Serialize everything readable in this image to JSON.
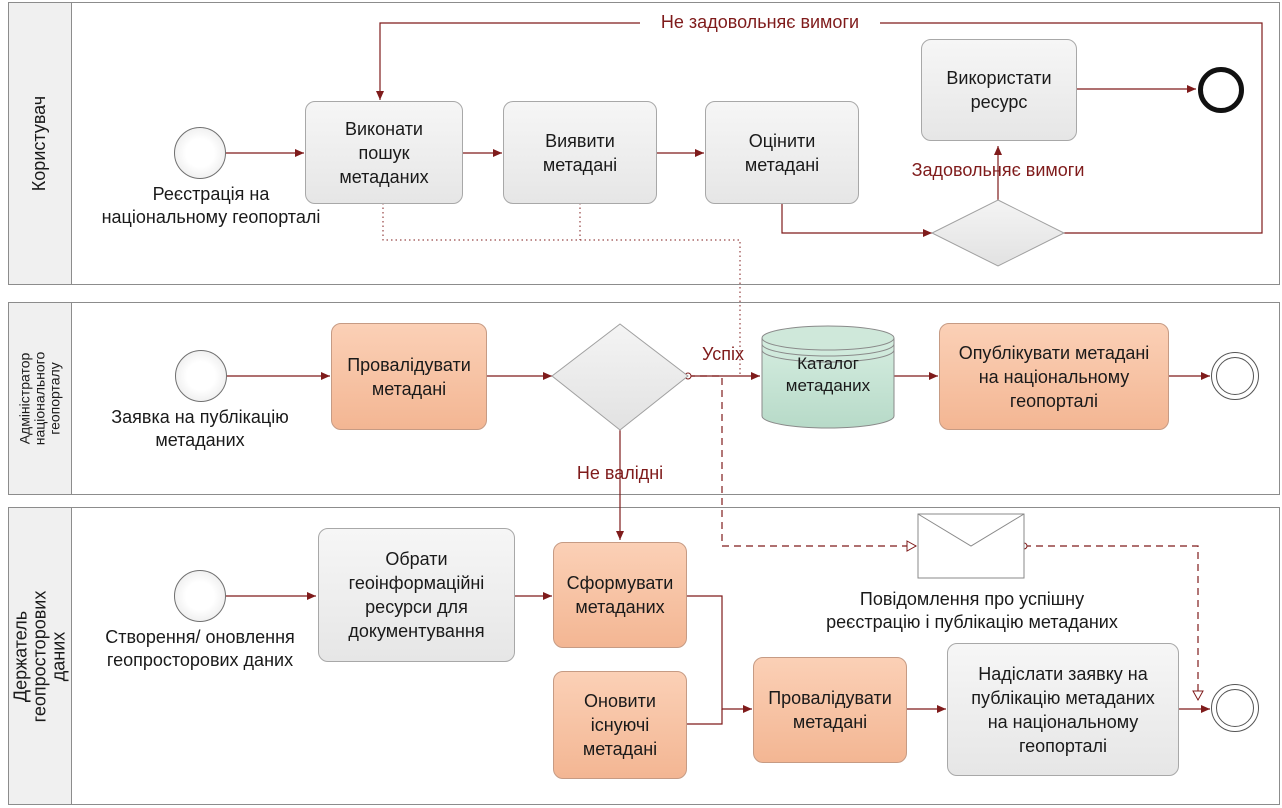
{
  "colors": {
    "flow": "#7f1b1b",
    "task_grey": "#ececec",
    "task_orange": "#f6c3a6",
    "datastore": "#c4e3d3"
  },
  "lanes": [
    {
      "title": "Користувач"
    },
    {
      "title": "Адміністратор\nнаціонального\nгеопорталу"
    },
    {
      "title": "Держатель геопросторових\nданих"
    }
  ],
  "user_lane": {
    "start_label": "Реєстрація на\nнаціональному геопорталі",
    "search": "Виконати\nпошук\nметаданих",
    "find": "Виявити\nметадані",
    "evaluate": "Оцінити\nметадані",
    "use": "Використати\nресурс",
    "not_meets": "Не задовольняє вимоги",
    "meets": "Задовольняє вимоги"
  },
  "admin_lane": {
    "start_label": "Заявка на публікацію\nметаданих",
    "validate": "Провалідувати\nметадані",
    "success": "Успіх",
    "invalid": "Не валідні",
    "catalog": "Каталог\nметаданих",
    "publish": "Опублікувати метадані\nна національному\nгеопорталі"
  },
  "holder_lane": {
    "start_label": "Створення/ оновлення\nгеопросторових даних",
    "choose": "Обрати\nгеоінформаційні\nресурси для\nдокументування",
    "form": "Сформувати\nметаданих",
    "update": "Оновити\nіснуючі\nметадані",
    "validate": "Провалідувати\nметадані",
    "send": "Надіслати заявку на\nпублікацію метаданих\nна національному\nгеопорталі",
    "message": "Повідомлення про успішну\nреєстрацію і публікацію метаданих"
  }
}
